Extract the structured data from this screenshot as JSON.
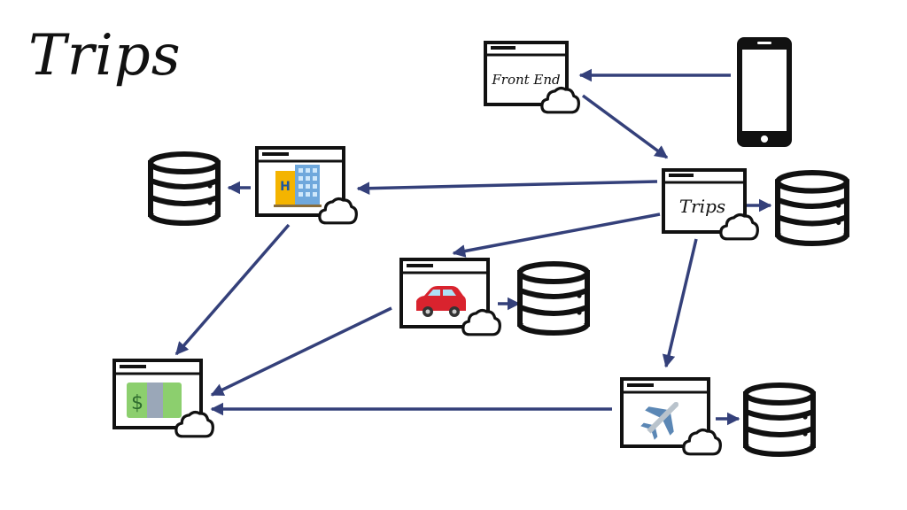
{
  "title": "Trips",
  "colors": {
    "arrow": "#34407a",
    "stroke": "#111111",
    "background": "#ffffff"
  },
  "nodes": {
    "frontend": {
      "label": "Front End"
    },
    "trips": {
      "label": "Trips"
    },
    "hotel": {
      "icon": "hotel-icon"
    },
    "car": {
      "icon": "car-icon"
    },
    "payment": {
      "icon": "money-icon"
    },
    "flight": {
      "icon": "airplane-icon"
    },
    "phone": {
      "icon": "mobile-phone-icon"
    }
  }
}
